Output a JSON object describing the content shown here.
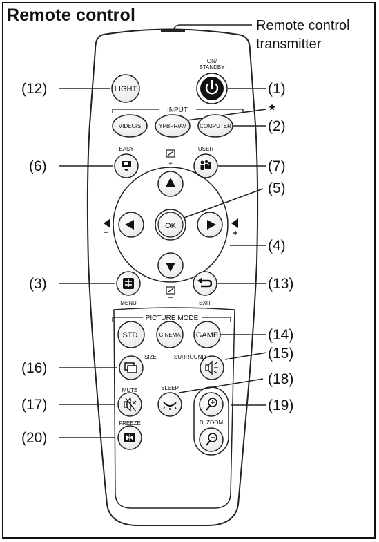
{
  "title": "Remote control",
  "transmitter_label": [
    "Remote control",
    "transmitter"
  ],
  "asterisk": "*",
  "callouts": {
    "c1": "(1)",
    "c2": "(2)",
    "c3": "(3)",
    "c4": "(4)",
    "c5": "(5)",
    "c6": "(6)",
    "c7": "(7)",
    "c12": "(12)",
    "c13": "(13)",
    "c14": "(14)",
    "c15": "(15)",
    "c16": "(16)",
    "c17": "(17)",
    "c18": "(18)",
    "c19": "(19)",
    "c20": "(20)"
  },
  "buttons": {
    "light": "LIGHT",
    "on_standby": [
      "ON/",
      "STANDBY"
    ],
    "input_group": "INPUT",
    "video_s": "VIDEO/S",
    "ypbpr_av": "YPBPR/AV",
    "computer": "COMPUTER",
    "easy": "EASY",
    "user": "USER",
    "ok": "OK",
    "menu": "MENU",
    "exit": "EXIT",
    "picture_mode": "PICTURE MODE",
    "std": "STD.",
    "cinema": "CINEMA",
    "game": "GAME",
    "size": "SIZE",
    "surround": "SURROUND",
    "mute": "MUTE",
    "sleep": "SLEEP",
    "freeze": "FREEZE",
    "d_zoom": "D. ZOOM"
  },
  "icons": {
    "power": "power-icon",
    "easy": "easy-screen-icon",
    "user": "user-people-icon",
    "menu": "menu-icon",
    "exit": "return-arrow-icon",
    "size": "size-icon",
    "surround": "speaker-surround-icon",
    "mute": "mute-speaker-icon",
    "sleep": "sleep-eye-icon",
    "freeze": "freeze-icon",
    "zoom_in": "zoom-in-icon",
    "zoom_out": "zoom-out-icon",
    "keystone": "keystone-icon",
    "volume": "volume-icon"
  }
}
